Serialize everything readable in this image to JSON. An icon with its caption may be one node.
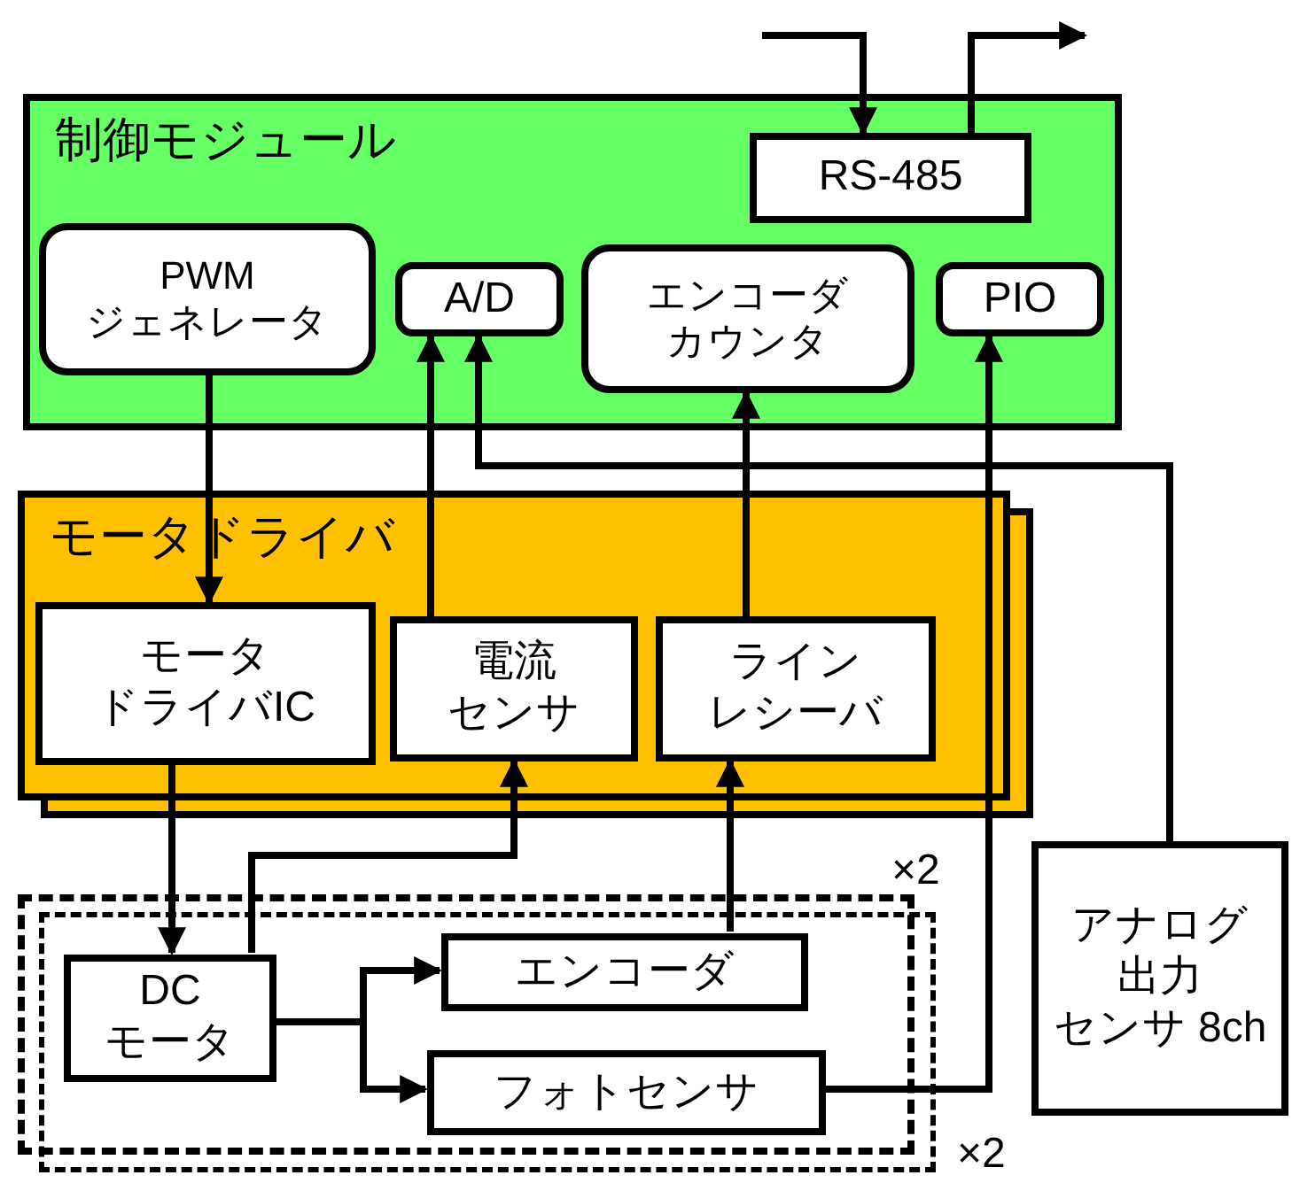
{
  "diagram": {
    "nodes": [
      {
        "text": [
          "制御モジュール"
        ]
      },
      {
        "text": [
          "RS-485"
        ],
        "in": 0
      },
      {
        "text": [
          "PWM ジェネレータ"
        ],
        "in": 0
      },
      {
        "text": [
          "A/D"
        ],
        "in": 0
      },
      {
        "text": [
          "エンコーダカウンタ"
        ],
        "in": 0
      },
      {
        "text": [
          "PIO"
        ],
        "in": 0
      },
      {
        "text": [
          "モータドライバ"
        ]
      },
      {
        "text": [
          "モータドライバIC"
        ],
        "in": 6
      },
      {
        "text": [
          "電流センサ"
        ],
        "in": 6
      },
      {
        "text": [
          "ラインレシーバ"
        ],
        "in": 6
      },
      {
        "text": [],
        "shape": "box"
      },
      {
        "text": [
          "DC モータ"
        ],
        "in": 10
      },
      {
        "text": [
          "エンコーダ"
        ],
        "in": 10
      },
      {
        "text": [
          "フォトセンサ"
        ],
        "in": 10
      },
      {
        "text": [
          "アナログ出力センサ 8ch"
        ]
      }
    ],
    "edges": [
      {
        "from": null,
        "to": 1,
        "arrow": "to"
      },
      {
        "from": 1,
        "to": null,
        "arrow": "to"
      },
      {
        "from": 2,
        "to": 7,
        "arrow": "to"
      },
      {
        "from": 8,
        "to": 3,
        "arrow": "to"
      },
      {
        "from": 14,
        "to": 3,
        "arrow": "to"
      },
      {
        "from": 9,
        "to": 4,
        "arrow": "to"
      },
      {
        "from": 13,
        "to": 5,
        "arrow": "to"
      },
      {
        "from": 7,
        "to": 11,
        "arrow": "to"
      },
      {
        "from": 11,
        "to": 8,
        "arrow": "to"
      },
      {
        "from": 12,
        "to": 9,
        "arrow": "to"
      },
      {
        "from": 11,
        "to": 12,
        "arrow": "to"
      },
      {
        "from": 11,
        "to": 13,
        "arrow": "to"
      }
    ],
    "labels": [
      "×2",
      "×2"
    ]
  }
}
